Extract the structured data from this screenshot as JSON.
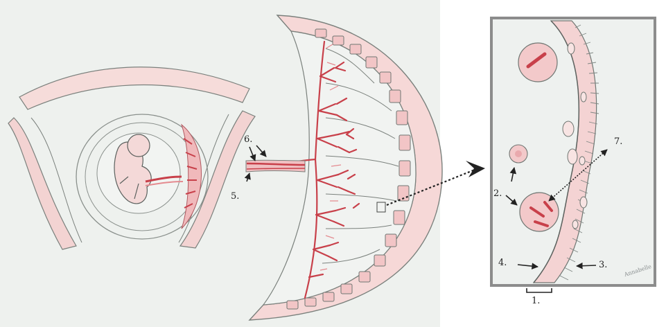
{
  "labels": {
    "l1": "1.",
    "l2": "2.",
    "l3": "3.",
    "l4": "4.",
    "l5": "5.",
    "l6": "6.",
    "l7": "7."
  },
  "signature": "Annabelle",
  "colors": {
    "paper": "#eef1ee",
    "tissue_pink": "#f3d3d2",
    "vessel_red": "#c8404a",
    "outline_gray": "#6f7672",
    "inset_frame": "#8c8c8c"
  }
}
